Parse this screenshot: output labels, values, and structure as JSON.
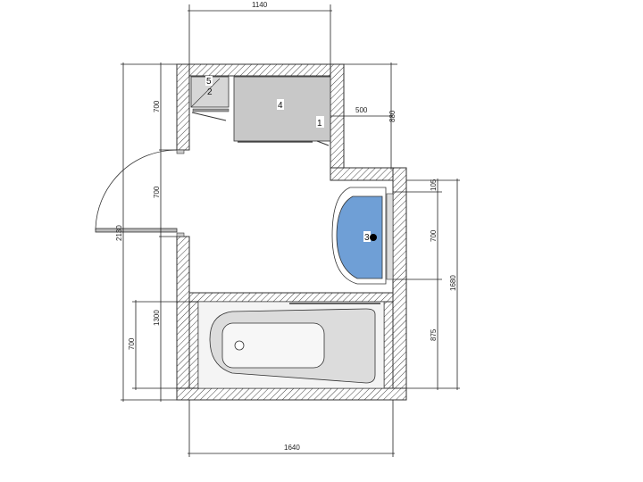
{
  "dimensions": {
    "top_width": "1140",
    "left_upper": "700",
    "left_door": "700",
    "left_total": "2130",
    "left_lower": "1300",
    "bath_depth": "700",
    "bottom_width": "1640",
    "niche_width": "500",
    "niche_depth": "880",
    "right_offset": "105",
    "shower_depth": "700",
    "right_lower": "875",
    "right_total": "1680"
  },
  "fixtures": {
    "item1": "1",
    "item2": "2",
    "item3": "3",
    "item4": "4",
    "item5": "5"
  },
  "colors": {
    "shower": "#6f9fd6",
    "fixture": "#c8c8c8",
    "bath": "#dcdcdc"
  }
}
